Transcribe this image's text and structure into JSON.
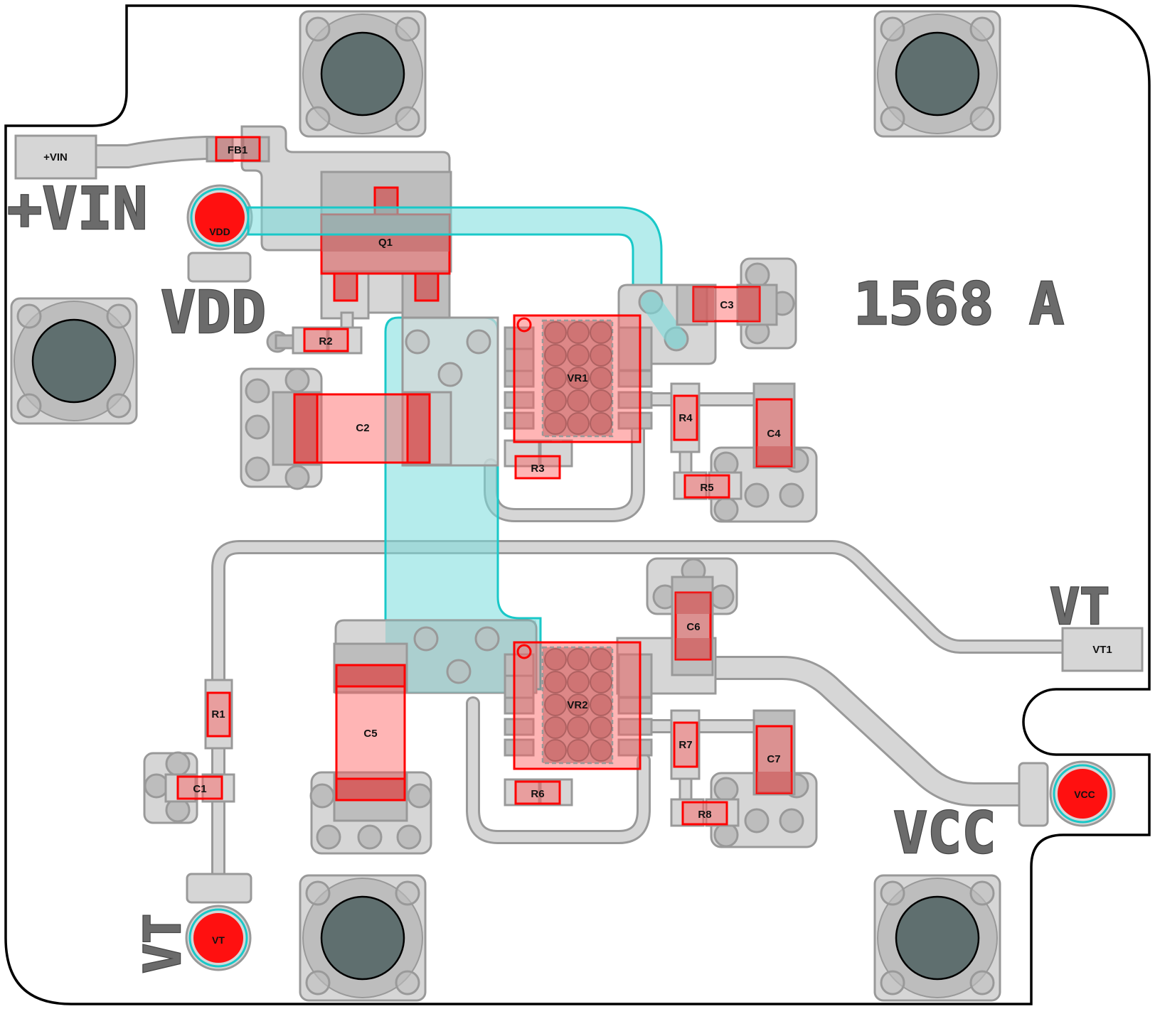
{
  "board": {
    "outline_color": "#000000",
    "copper_color": "#d6d6d6",
    "part_color": "#ff0000",
    "plane_color": "#19c8c8",
    "hole_color": "#5f6f6f"
  },
  "silkscreen": {
    "vin_label": "+VIN",
    "vdd_label": "VDD",
    "board_id": "1568 A",
    "vt_label_right": "VT",
    "vt_label_bottom": "VT",
    "vcc_label": "VCC"
  },
  "connectors": {
    "vin_pad": "+VIN",
    "vt1_pad": "VT1"
  },
  "test_points": [
    {
      "label": "VDD"
    },
    {
      "label": "VCC"
    },
    {
      "label": "VT"
    }
  ],
  "components": {
    "FB1": "FB1",
    "Q1": "Q1",
    "R1": "R1",
    "R2": "R2",
    "R3": "R3",
    "R4": "R4",
    "R5": "R5",
    "R6": "R6",
    "R7": "R7",
    "R8": "R8",
    "C1": "C1",
    "C2": "C2",
    "C3": "C3",
    "C4": "C4",
    "C5": "C5",
    "C6": "C6",
    "C7": "C7",
    "VR1": "VR1",
    "VR2": "VR2"
  }
}
